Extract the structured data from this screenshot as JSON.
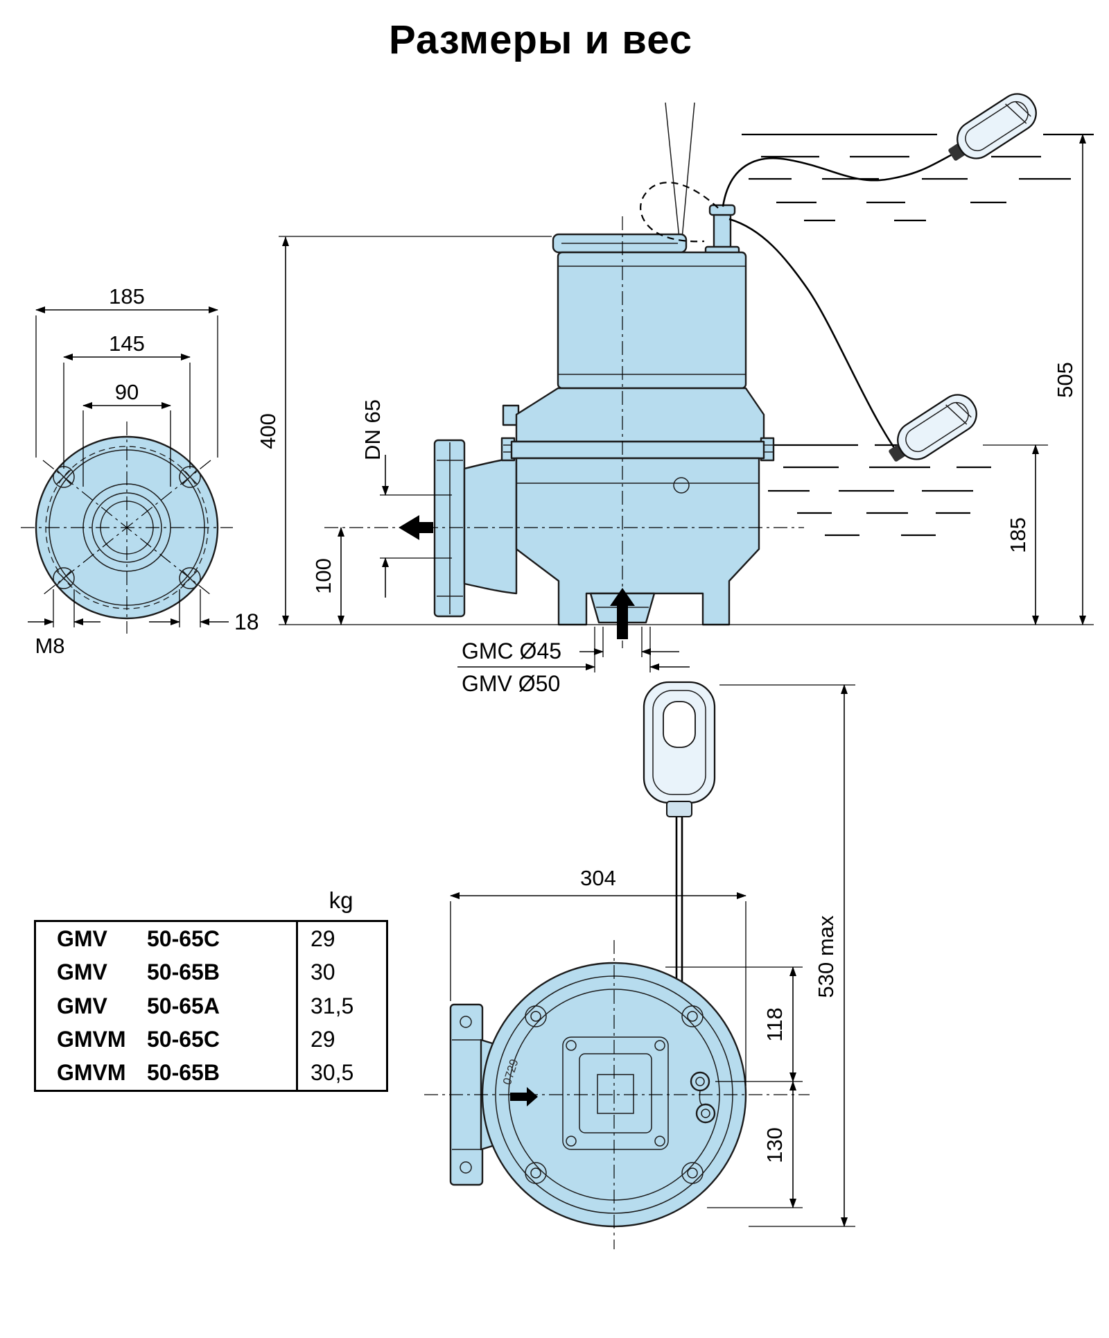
{
  "title": "Размеры и вес",
  "flange_view": {
    "width_outer": "185",
    "width_bolt": "145",
    "width_bore": "90",
    "thread": "M8",
    "hole": "18"
  },
  "side_view": {
    "height": "400",
    "flange": "DN 65",
    "base_height": "100",
    "suction_gmc": "GMC Ø45",
    "suction_gmv": "GMV Ø50",
    "depth_max": "505",
    "submersion": "185"
  },
  "top_view": {
    "width": "304",
    "offset_top": "118",
    "offset_bottom": "130",
    "float_height": "530 max",
    "cast_mark": "0729"
  },
  "table": {
    "kg": "kg",
    "rows": [
      {
        "model": "GMV",
        "size": "50-65C",
        "weight": "29"
      },
      {
        "model": "GMV",
        "size": "50-65B",
        "weight": "30"
      },
      {
        "model": "GMV",
        "size": "50-65A",
        "weight": "31,5"
      },
      {
        "model": "GMVM",
        "size": "50-65C",
        "weight": "29"
      },
      {
        "model": "GMVM",
        "size": "50-65B",
        "weight": "30,5"
      }
    ]
  }
}
